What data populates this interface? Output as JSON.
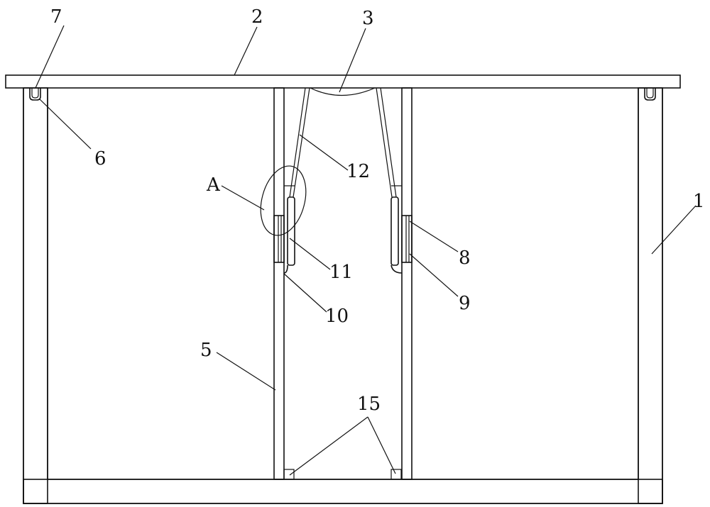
{
  "labels": {
    "l1": "1",
    "l2": "2",
    "l3": "3",
    "l5": "5",
    "l6": "6",
    "l7": "7",
    "l8": "8",
    "l9": "9",
    "l10": "10",
    "l11": "11",
    "l12": "12",
    "l15": "15",
    "lA": "A"
  }
}
